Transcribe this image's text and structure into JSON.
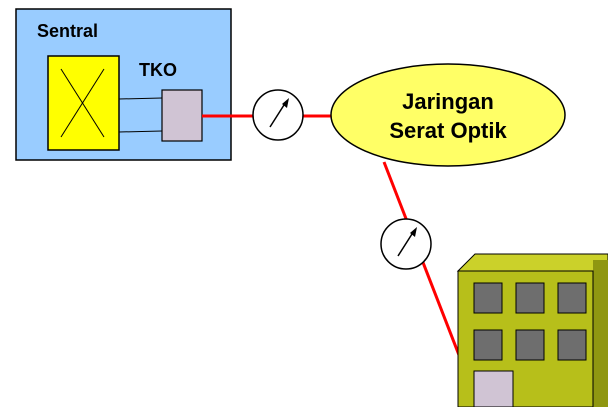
{
  "sentral": {
    "label": "Sentral",
    "tko_label": "TKO"
  },
  "network": {
    "line1": "Jaringan",
    "line2": "Serat Optik"
  },
  "colors": {
    "sentral_fill": "#99ccff",
    "switch_fill": "#ffff00",
    "tko_fill": "#d0c4d4",
    "fiber_line": "#ff0000",
    "cloud_fill": "#ffff66",
    "building_front": "#b7bf1a",
    "building_top": "#cbd12a",
    "building_side": "#8f9711",
    "window_fill": "#6e6e6e",
    "door_fill": "#d0c4d4"
  },
  "icons": [
    "crosspoint-switch-icon",
    "power-meter-icon",
    "building-icon"
  ]
}
